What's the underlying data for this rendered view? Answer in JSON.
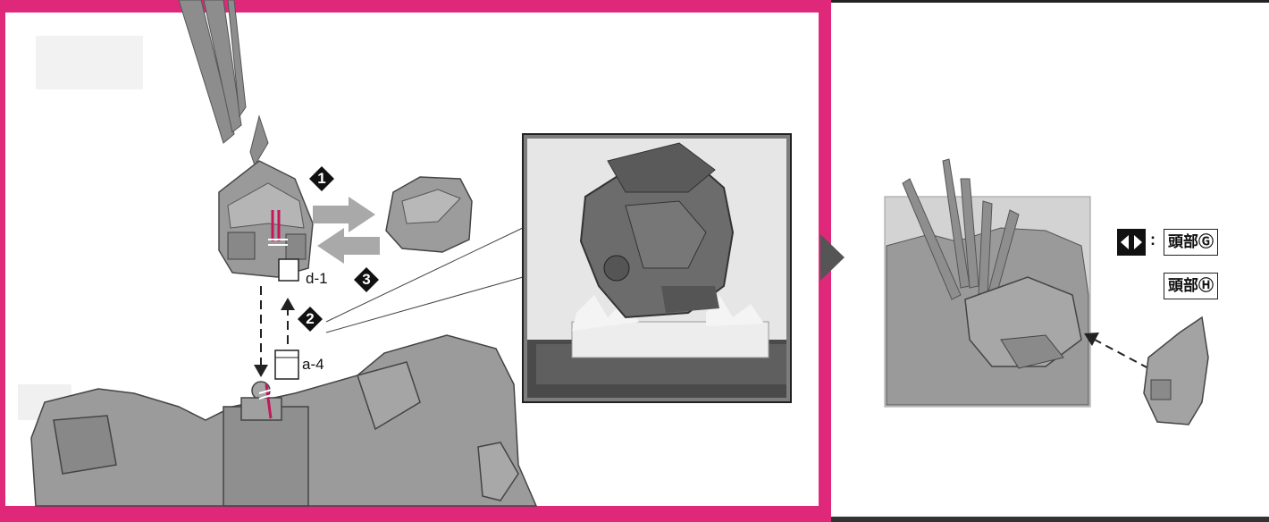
{
  "colors": {
    "frame": "#e0287a",
    "part_gray": "#9a9a9a",
    "wire": "#c2185b",
    "arrow_gray": "#a9a9a9"
  },
  "steps": [
    {
      "num": "1",
      "glyph": "❶"
    },
    {
      "num": "2",
      "glyph": "❷"
    },
    {
      "num": "3",
      "glyph": "❸"
    }
  ],
  "parts": {
    "connector_top": "d-1",
    "connector_bottom": "a-4"
  },
  "legend": {
    "swap_icon": "swap-arrows-icon",
    "colon": ":",
    "option_g": "頭部Ⓖ",
    "option_h": "頭部Ⓗ"
  }
}
